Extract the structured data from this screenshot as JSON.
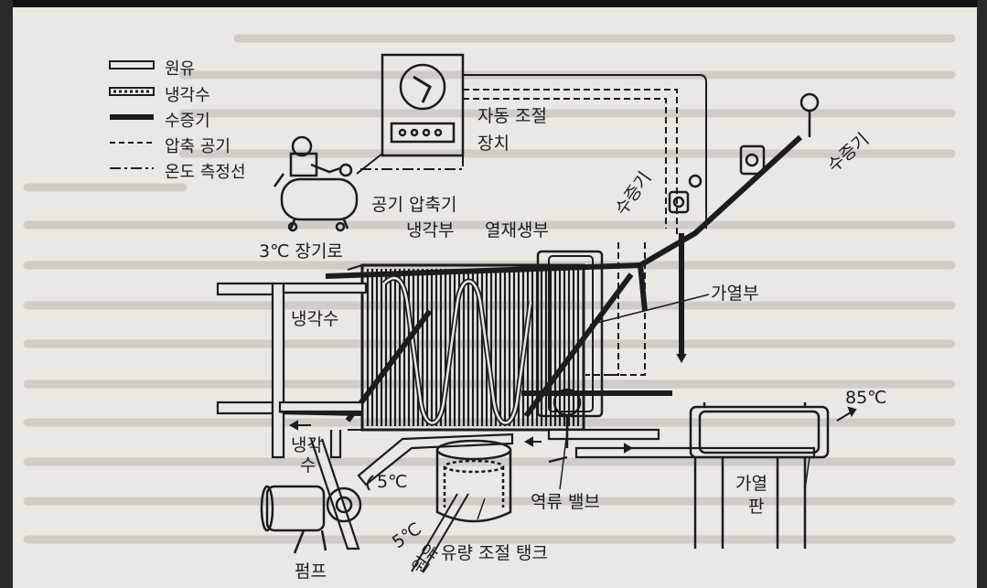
{
  "legend": {
    "crude_oil": "원유",
    "coolant": "냉각수",
    "steam": "수증기",
    "compressed_air": "압축 공기",
    "temp_line": "온도 측정선"
  },
  "labels": {
    "auto_control_1": "자동 조절",
    "auto_control_2": "장치",
    "air_compressor": "공기 압축기",
    "cooling_section": "냉각부",
    "heat_regen": "열재생부",
    "storage": "3℃ 장기로",
    "coolant_in": "냉각수",
    "coolant_out_1": "냉각",
    "coolant_out_2": "수",
    "heating_section": "가열부",
    "steam_a": "수증기",
    "steam_b": "수증기",
    "temp_85": "85℃",
    "temp_5a": "5℃",
    "temp_5b": "5℃",
    "crude": "원유",
    "heating_plate_1": "가열",
    "heating_plate_2": "판",
    "reflux_valve": "역류 밸브",
    "flow_tank": "유량 조절 탱크",
    "pump": "펌프"
  },
  "colors": {
    "ink": "#1c1c1c",
    "paper": "#e9e8e2",
    "ghost": "#c9c7bf"
  }
}
